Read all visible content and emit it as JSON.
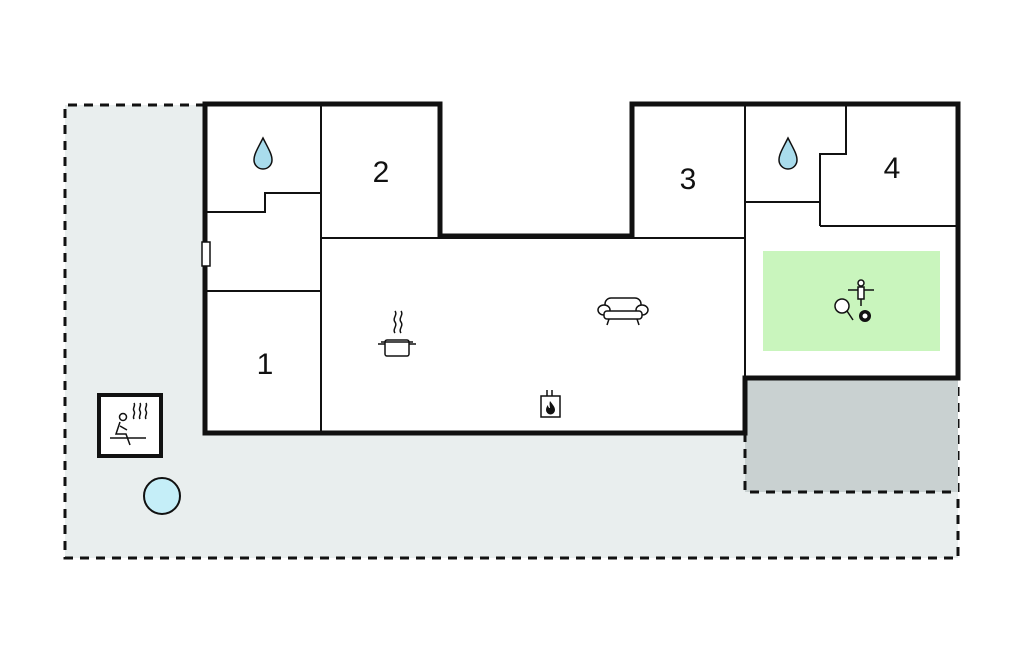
{
  "rooms": {
    "room_1": "1",
    "room_2": "2",
    "room_3": "3",
    "room_4": "4"
  },
  "colors": {
    "outdoor_area": "#e9eeee",
    "covered_terrace": "#c9d1d1",
    "game_area": "#c9f5bd",
    "water_drop": "#a9dcec",
    "pool": "#c5eef8",
    "wall": "#111111"
  },
  "icons": {
    "bathroom_1": "water-drop-icon",
    "bathroom_2": "water-drop-icon",
    "kitchen": "cooking-pot-icon",
    "living_room": "sofa-icon",
    "fireplace": "fireplace-icon",
    "game_room": "table-football-table-tennis-billiard-icon",
    "sauna": "sauna-icon",
    "pool": "pool-icon"
  }
}
